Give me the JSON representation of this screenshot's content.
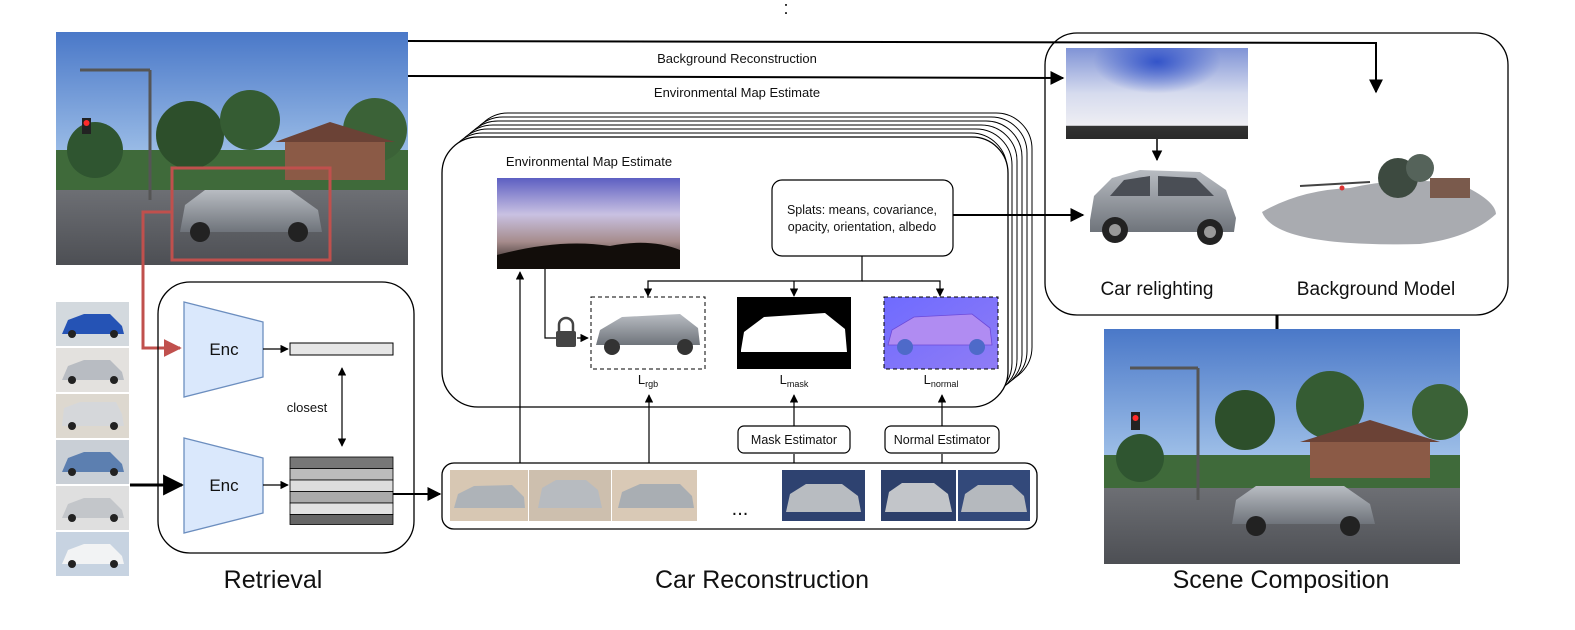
{
  "top_mark": ":",
  "arrows": {
    "background_reconstruction": "Background Reconstruction",
    "environmental_map_estimate_top": "Environmental Map Estimate"
  },
  "retrieval": {
    "title": "Retrieval",
    "encoder_top": "Enc",
    "encoder_bottom": "Enc",
    "closest": "closest"
  },
  "car_reconstruction": {
    "title": "Car Reconstruction",
    "env_map_label": "Environmental Map Estimate",
    "splats": [
      "Splats: means, covariance,",
      "opacity, orientation, albedo"
    ],
    "loss_rgb": {
      "base": "L",
      "sub": "rgb"
    },
    "loss_mask": {
      "base": "L",
      "sub": "mask"
    },
    "loss_normal": {
      "base": "L",
      "sub": "normal"
    },
    "mask_estimator": "Mask Estimator",
    "normal_estimator": "Normal Estimator",
    "ellipsis": "..."
  },
  "scene_composition": {
    "title": "Scene Composition",
    "car_relighting": "Car relighting",
    "background_model": "Background Model"
  },
  "colors": {
    "retrieval_arrow": "#c0504d",
    "encoder_fill": "#dae8fc",
    "encoder_stroke": "#6c8ebf",
    "line": "#000000"
  }
}
